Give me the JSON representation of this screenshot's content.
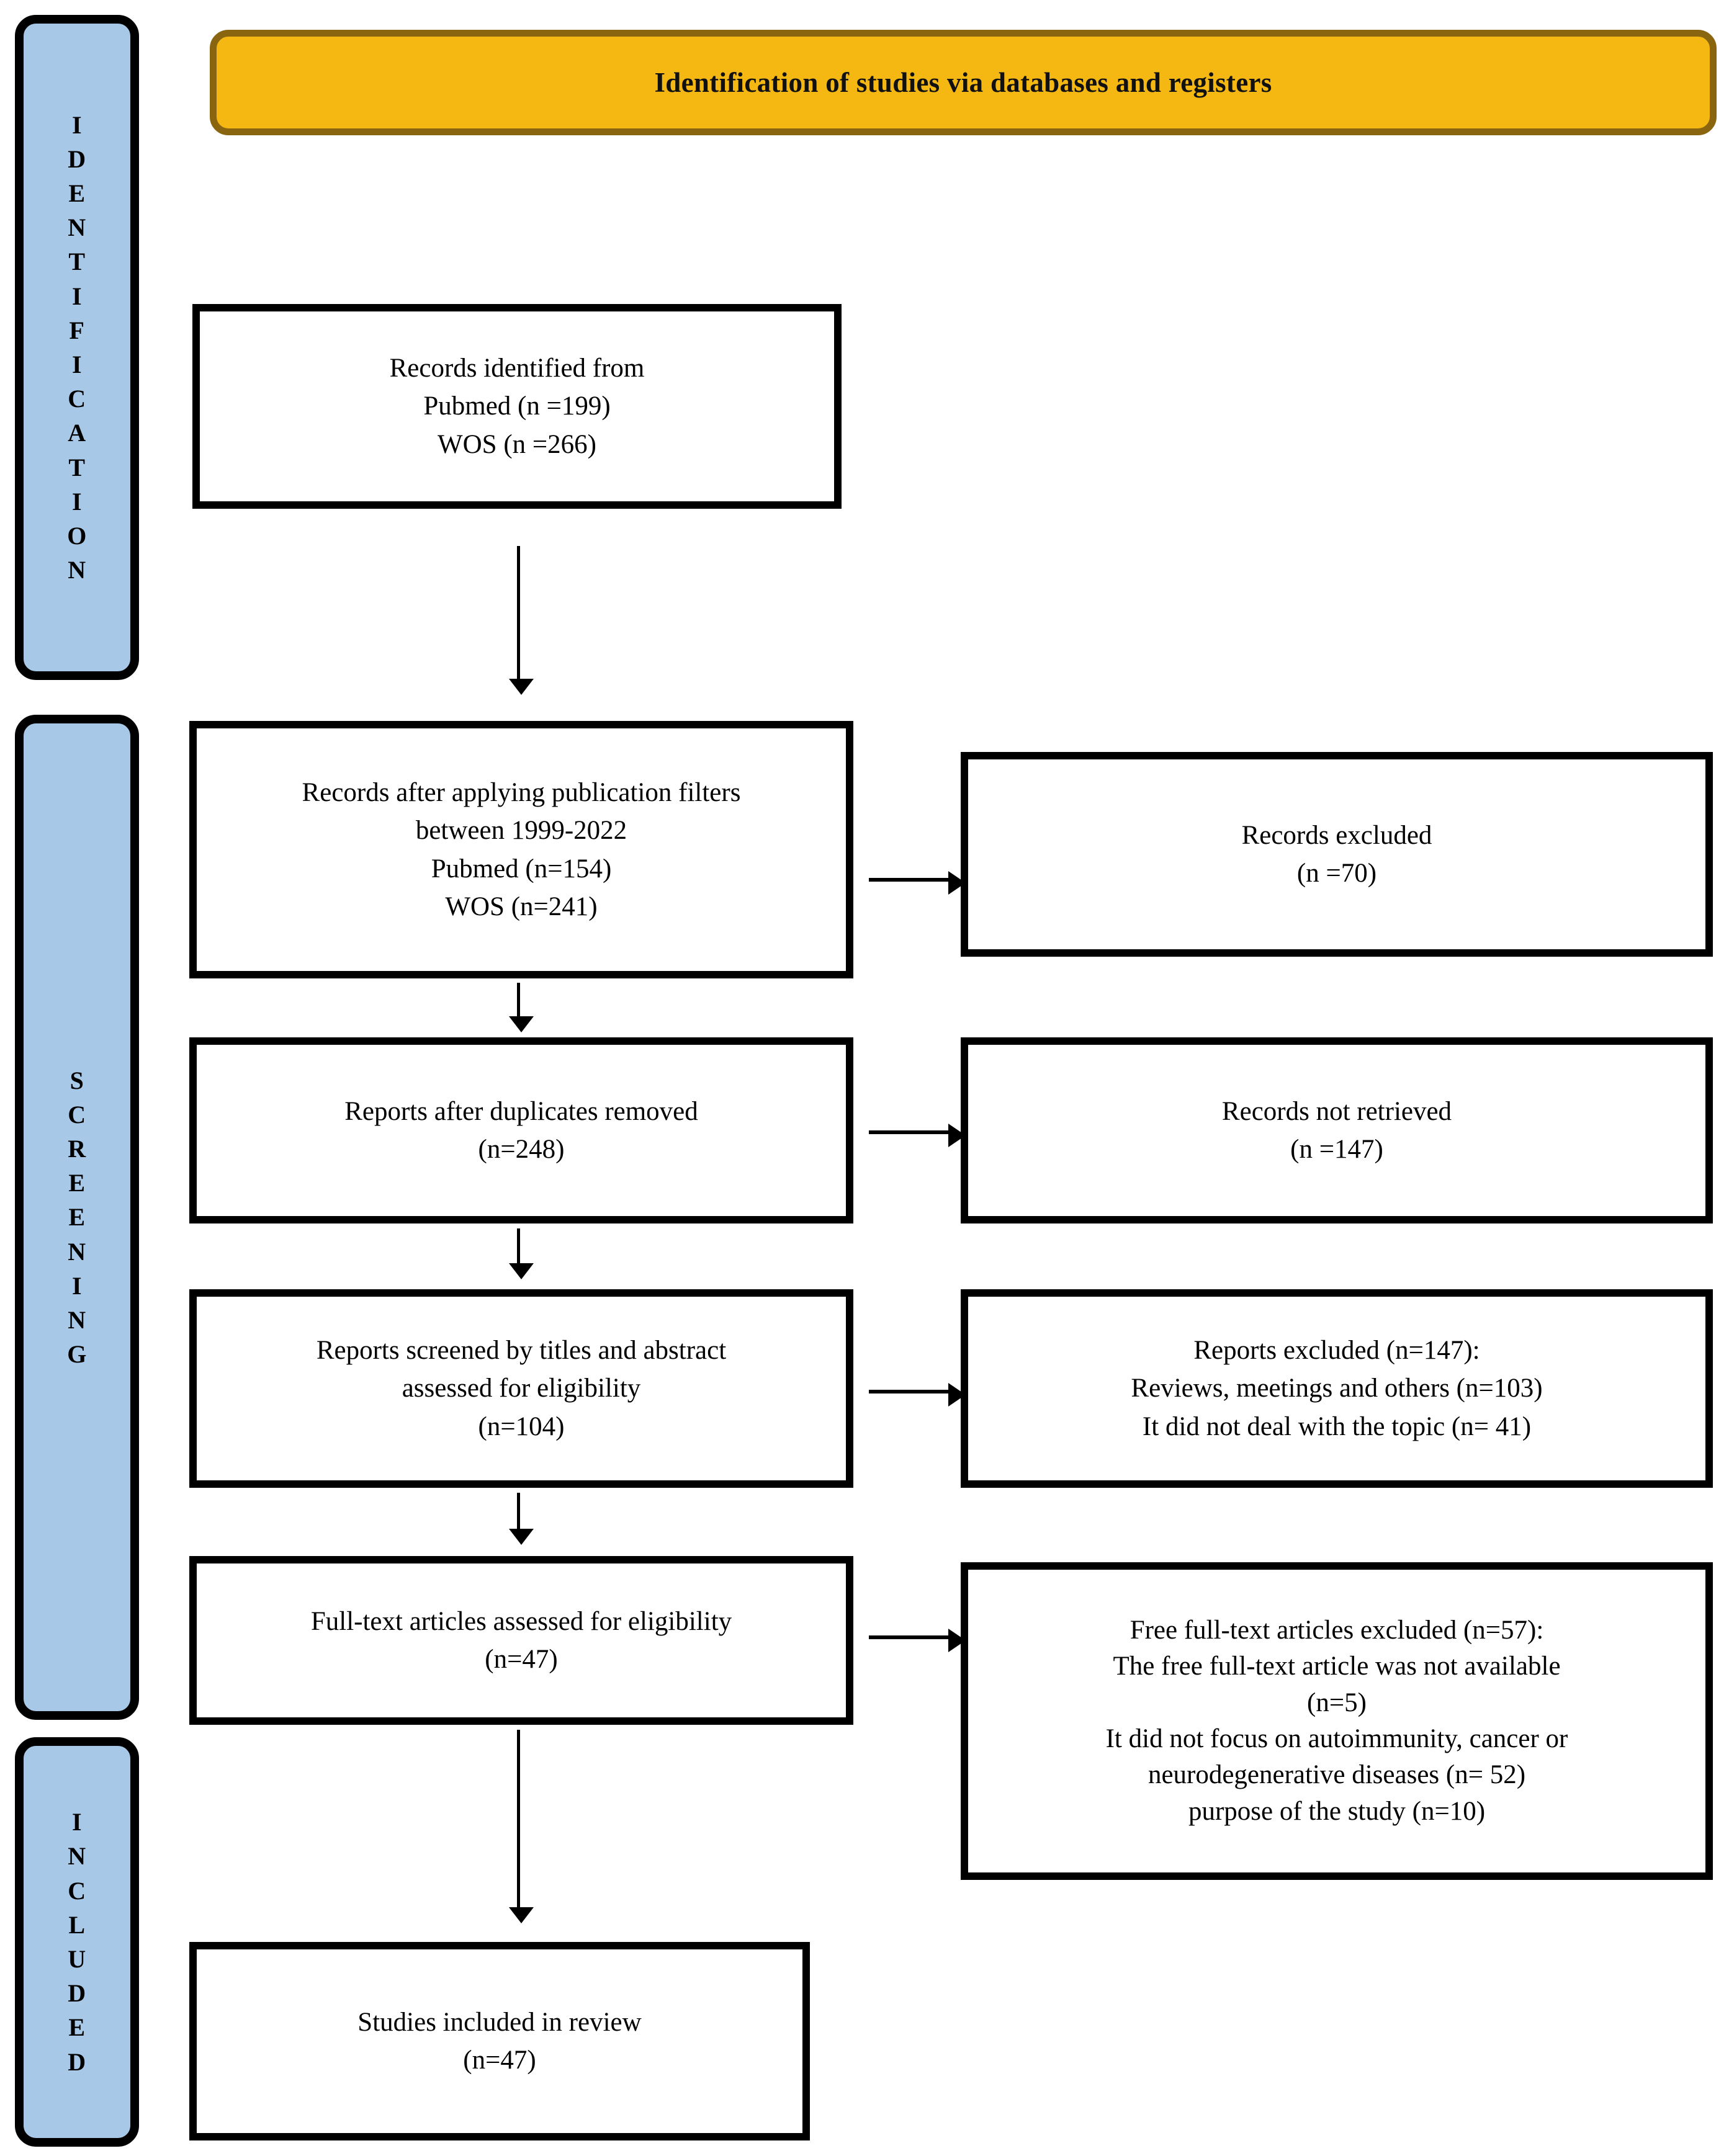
{
  "diagram": {
    "type": "prisma-flow-diagram",
    "banner": {
      "title": "Identification of studies via databases and registers",
      "fill_color": "#f5b711",
      "border_color": "#8a6510"
    },
    "stages": [
      {
        "id": "identification",
        "label": "IDENTIFICATION",
        "fill_color": "#a8c8e8"
      },
      {
        "id": "screening",
        "label": "SCREENING",
        "fill_color": "#a8c8e8"
      },
      {
        "id": "included",
        "label": "INCLUDED",
        "fill_color": "#a8c8e8"
      }
    ],
    "boxes": {
      "records_identified": "Records identified from\nPubmed (n =199)\nWOS (n =266)",
      "records_after_filters": "Records after applying publication filters\nbetween 1999-2022\nPubmed (n=154)\nWOS (n=241)",
      "records_excluded": "Records excluded\n(n =70)",
      "reports_after_duplicates": "Reports after duplicates removed\n(n=248)",
      "records_not_retrieved": "Records not retrieved\n(n =147)",
      "reports_screened": "Reports screened by titles and abstract\nassessed for eligibility\n(n=104)",
      "reports_excluded": "Reports excluded (n=147):\nReviews, meetings and others (n=103)\nIt did not deal with the topic (n= 41)",
      "fulltext_assessed": "Full-text articles assessed for eligibility\n(n=47)",
      "fulltext_excluded": "Free full-text articles excluded (n=57):\nThe free full-text article was not available\n(n=5)\nIt did not focus on autoimmunity, cancer or\nneurodegenerative diseases (n= 52)\npurpose of the study (n=10)",
      "studies_included": "Studies included in review\n(n=47)"
    },
    "counts": {
      "pubmed_identified": 199,
      "wos_identified": 266,
      "pubmed_filtered": 154,
      "wos_filtered": 241,
      "records_excluded": 70,
      "reports_after_duplicates": 248,
      "records_not_retrieved": 147,
      "reports_screened": 104,
      "reports_excluded_total": 147,
      "reviews_meetings_others": 103,
      "not_deal_with_topic": 41,
      "fulltext_assessed": 47,
      "fulltext_excluded_total": 57,
      "fulltext_not_available": 5,
      "not_focus_diseases": 52,
      "purpose_of_study": 10,
      "studies_included": 47
    },
    "year_range": "1999-2022"
  }
}
